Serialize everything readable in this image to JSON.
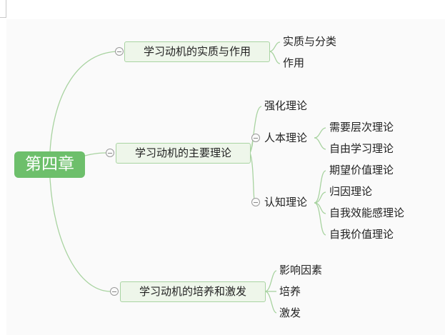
{
  "mindmap": {
    "root": {
      "label": "第四章",
      "color": "#6dbf6b"
    },
    "branches": [
      {
        "label": "学习动机的实质与作用",
        "children": [
          {
            "label": "实质与分类"
          },
          {
            "label": "作用"
          }
        ]
      },
      {
        "label": "学习动机的主要理论",
        "children": [
          {
            "label": "强化理论"
          },
          {
            "label": "人本理论",
            "children": [
              {
                "label": "需要层次理论"
              },
              {
                "label": "自由学习理论"
              }
            ]
          },
          {
            "label": "认知理论",
            "children": [
              {
                "label": "期望价值理论"
              },
              {
                "label": "归因理论"
              },
              {
                "label": "自我效能感理论"
              },
              {
                "label": "自我价值理论"
              }
            ]
          }
        ]
      },
      {
        "label": "学习动机的培养和激发",
        "children": [
          {
            "label": "影响因素"
          },
          {
            "label": "培养"
          },
          {
            "label": "激发"
          }
        ]
      }
    ],
    "colors": {
      "line": "#a8d3a0",
      "node_fill": "#eef6ea",
      "node_border": "#a9d4a2",
      "canvas_bg": "#fafafa"
    }
  }
}
